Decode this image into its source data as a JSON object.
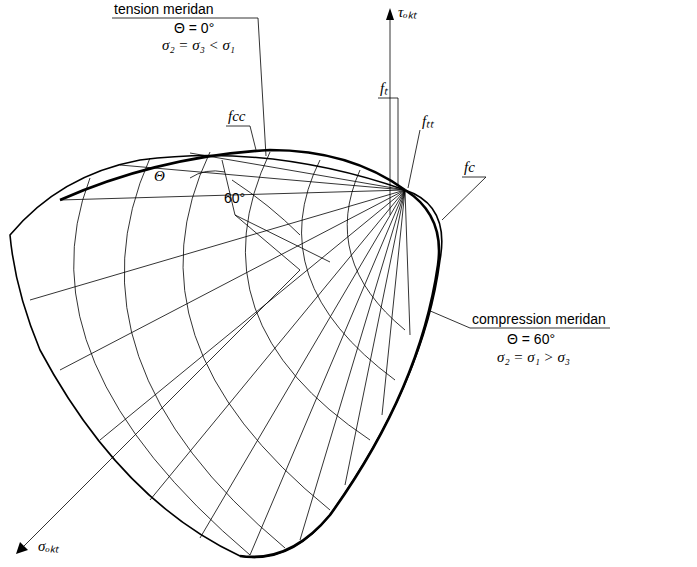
{
  "diagram": {
    "labels": [
      "tension meridan",
      "Θ = 0°",
      "σ₂ = σ₃ < σ₁",
      "fcc",
      "τₒₖₜ",
      "fₜ",
      "fₜₜ",
      "fc",
      "Θ",
      "60°",
      "compression meridan",
      "Θ = 60°",
      "σ₂ = σ₁ > σ₃",
      "σₒₖₜ"
    ]
  }
}
